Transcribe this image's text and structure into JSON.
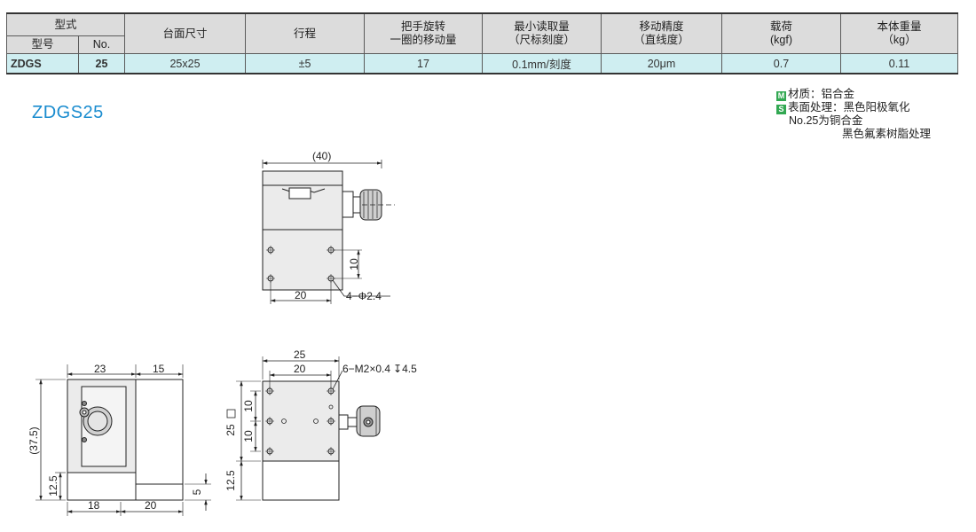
{
  "table": {
    "headers": {
      "type_group": "型式",
      "model": "型号",
      "no": "No.",
      "table_size": "台面尺寸",
      "stroke": "行程",
      "handle_line1": "把手旋转",
      "handle_line2": "一圈的移动量",
      "min_read_line1": "最小读取量",
      "min_read_line2": "（尺标刻度）",
      "accuracy_line1": "移动精度",
      "accuracy_line2": "（直线度）",
      "load_line1": "载荷",
      "load_line2": "(kgf)",
      "weight_line1": "本体重量",
      "weight_line2": "（kg）"
    },
    "row": {
      "model": "ZDGS",
      "no": "25",
      "table_size": "25x25",
      "stroke": "±5",
      "handle": "17",
      "min_read": "0.1mm/刻度",
      "accuracy": "20μm",
      "load": "0.7",
      "weight": "0.11"
    },
    "colors": {
      "header_bg": "#dcdcdc",
      "row_bg": "#cfeef1",
      "accent": "#1a8ccf"
    }
  },
  "title": "ZDGS25",
  "notes": {
    "material_badge": "M",
    "material": "材质：铝合金",
    "surface_badge": "S",
    "surface": "表面处理：黑色阳极氧化",
    "no25": "No.25为铜合金",
    "resin": "黑色氟素树脂处理",
    "badge_color": "#32a852"
  },
  "drawing": {
    "top_width": "(40)",
    "hole_pitch_v": "10",
    "hole_pitch_h": "20",
    "hole_spec": "4−Φ2.4",
    "side_w1": "23",
    "side_w2": "15",
    "side_height": "(37.5)",
    "side_base": "12.5",
    "side_bot1": "18",
    "side_bot2": "20",
    "side_step": "5",
    "front_w1": "25",
    "front_w2": "20",
    "front_screw": "6−M2×0.4",
    "front_depth": "4.5",
    "front_size": "25",
    "front_p1": "10",
    "front_p2": "10",
    "front_base": "12.5"
  }
}
